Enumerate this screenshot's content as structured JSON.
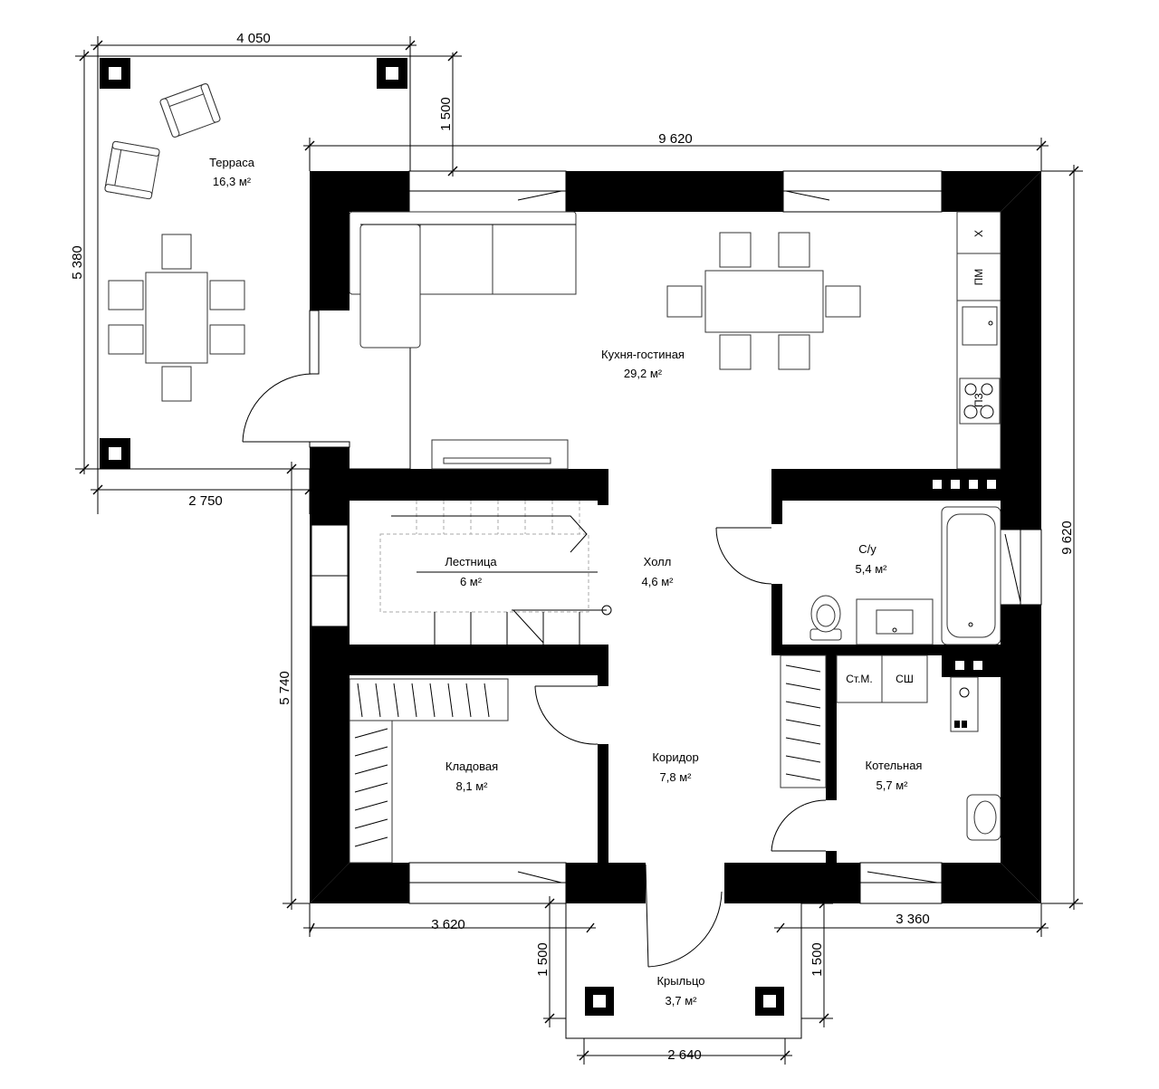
{
  "rooms": {
    "terrace": {
      "name": "Терраса",
      "area": "16,3 м²"
    },
    "kitchen": {
      "name": "Кухня-гостиная",
      "area": "29,2 м²"
    },
    "stair": {
      "name": "Лестница",
      "area": "6 м²"
    },
    "hall": {
      "name": "Холл",
      "area": "4,6 м²"
    },
    "bath": {
      "name": "С/у",
      "area": "5,4 м²"
    },
    "pantry": {
      "name": "Кладовая",
      "area": "8,1 м²"
    },
    "corridor": {
      "name": "Коридор",
      "area": "7,8 м²"
    },
    "boiler": {
      "name": "Котельная",
      "area": "5,7 м²"
    },
    "porch": {
      "name": "Крыльцо",
      "area": "3,7 м²"
    }
  },
  "dimensions": {
    "terrace_width": "4 050",
    "terrace_offset": "1 500",
    "house_width_top": "9 620",
    "terrace_depth": "5 380",
    "house_depth_right": "9 620",
    "terrace_to_wall": "2 750",
    "left_lower": "5 740",
    "bottom_left": "3 620",
    "bottom_right": "3 360",
    "porch_left": "1 500",
    "porch_right": "1 500",
    "porch_width": "2 640"
  },
  "fixtures": {
    "fridge": "Х",
    "dishwasher": "ПМ",
    "stove": "ПЗ",
    "washer": "Ст.М.",
    "dryer": "СШ"
  }
}
